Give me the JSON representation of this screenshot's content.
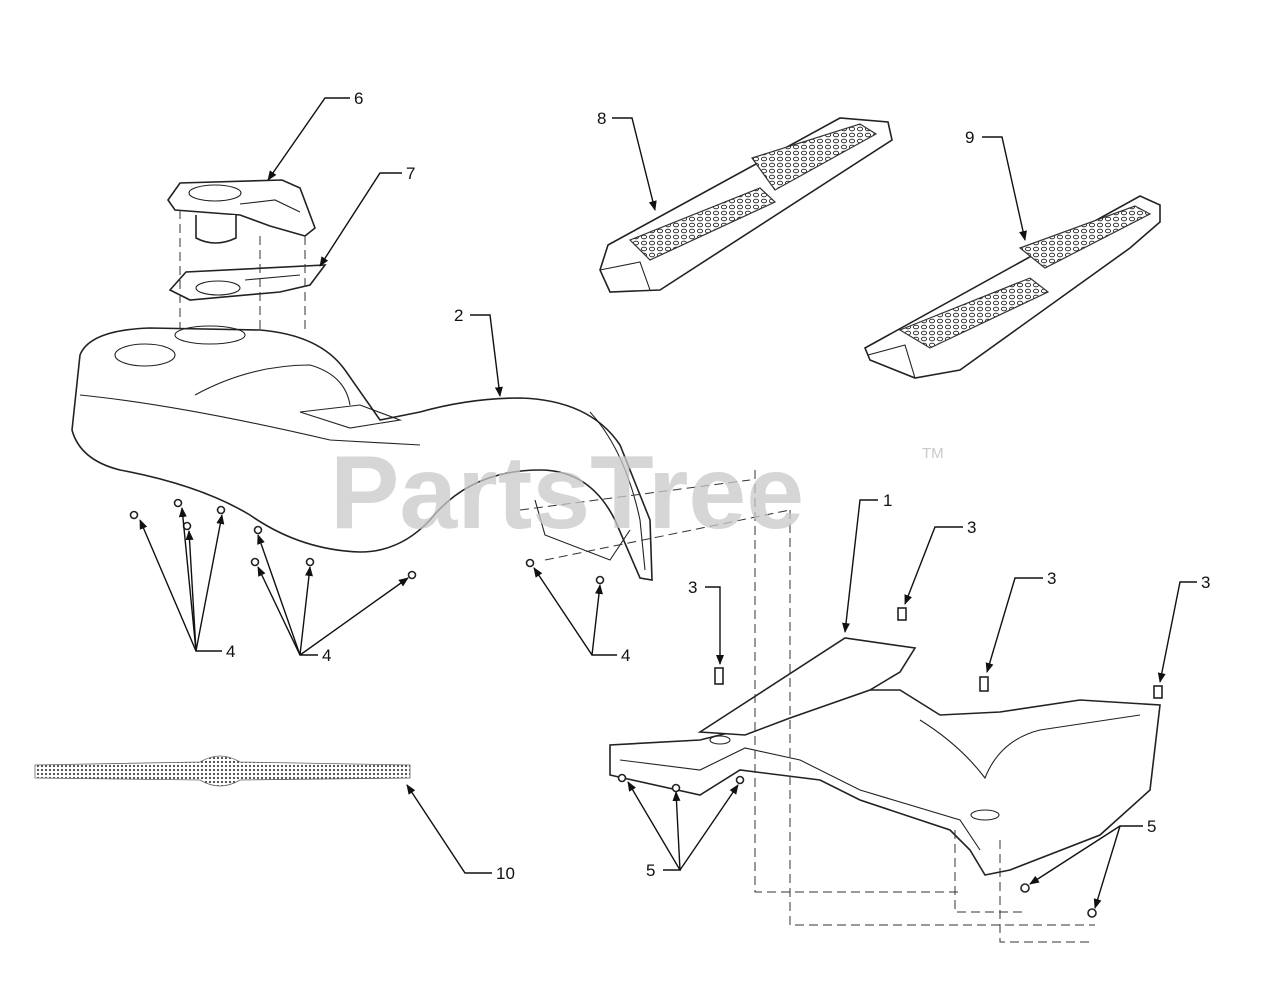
{
  "watermark": {
    "text": "PartsTree",
    "trademark": "TM"
  },
  "callouts": [
    {
      "id": "c6",
      "label": "6"
    },
    {
      "id": "c7",
      "label": "7"
    },
    {
      "id": "c2",
      "label": "2"
    },
    {
      "id": "c8",
      "label": "8"
    },
    {
      "id": "c9",
      "label": "9"
    },
    {
      "id": "c1",
      "label": "1"
    },
    {
      "id": "c3a",
      "label": "3"
    },
    {
      "id": "c3b",
      "label": "3"
    },
    {
      "id": "c3c",
      "label": "3"
    },
    {
      "id": "c3d",
      "label": "3"
    },
    {
      "id": "c4a",
      "label": "4"
    },
    {
      "id": "c4b",
      "label": "4"
    },
    {
      "id": "c4c",
      "label": "4"
    },
    {
      "id": "c5a",
      "label": "5"
    },
    {
      "id": "c5b",
      "label": "5"
    },
    {
      "id": "c10",
      "label": "10"
    }
  ]
}
